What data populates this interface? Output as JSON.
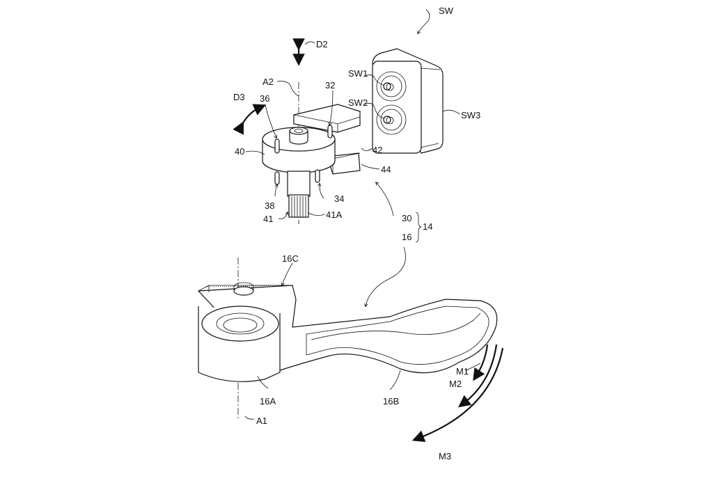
{
  "figure": {
    "labels": {
      "SW": "SW",
      "SW1": "SW1",
      "SW2": "SW2",
      "SW3": "SW3",
      "D2": "D2",
      "D3": "D3",
      "A2": "A2",
      "A1": "A1",
      "n36": "36",
      "n32": "32",
      "n40": "40",
      "n42": "42",
      "n44": "44",
      "n38": "38",
      "n34": "34",
      "n41": "41",
      "n41A": "41A",
      "n30": "30",
      "n14": "14",
      "n16": "16",
      "n16C": "16C",
      "n16A": "16A",
      "n16B": "16B",
      "M1": "M1",
      "M2": "M2",
      "M3": "M3"
    }
  }
}
